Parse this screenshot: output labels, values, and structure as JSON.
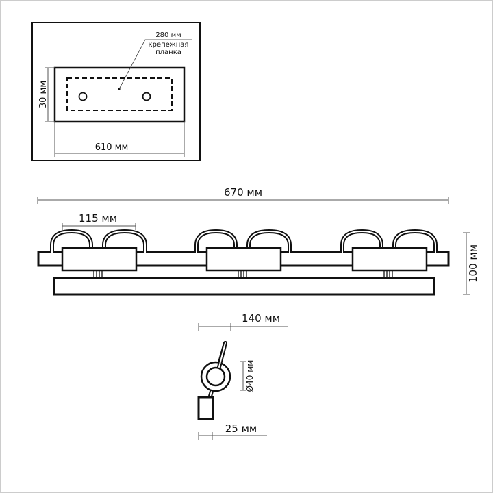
{
  "inset": {
    "plate_dim": "280 мм",
    "plate_label_1": "крепежная",
    "plate_label_2": "планка",
    "height_dim": "30 мм",
    "width_dim": "610 мм"
  },
  "front": {
    "total_length": "670 мм",
    "arc_spacing": "115 мм",
    "height": "100 мм"
  },
  "side": {
    "depth": "140 мм",
    "diameter": "Ø40 мм",
    "base": "25 мм"
  },
  "colors": {
    "line": "#111111",
    "dim": "#555555"
  }
}
